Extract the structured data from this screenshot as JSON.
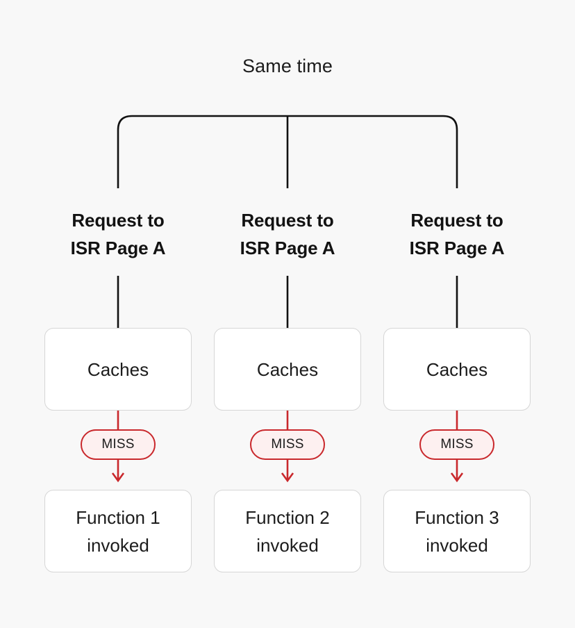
{
  "diagram": {
    "title": "Same time",
    "background_color": "#f8f8f8",
    "bracket_color": "#111111",
    "box_border_color": "#d6d6d6",
    "box_fill_color": "#ffffff",
    "accent_color": "#c9282c",
    "badge_fill_color": "#fdf0f0",
    "columns": [
      {
        "heading_line1": "Request to",
        "heading_line2": "ISR Page A",
        "cache_label": "Caches",
        "badge_label": "MISS",
        "result_line1": "Function 1",
        "result_line2": "invoked"
      },
      {
        "heading_line1": "Request to",
        "heading_line2": "ISR Page A",
        "cache_label": "Caches",
        "badge_label": "MISS",
        "result_line1": "Function 2",
        "result_line2": "invoked"
      },
      {
        "heading_line1": "Request to",
        "heading_line2": "ISR Page A",
        "cache_label": "Caches",
        "badge_label": "MISS",
        "result_line1": "Function 3",
        "result_line2": "invoked"
      }
    ]
  }
}
